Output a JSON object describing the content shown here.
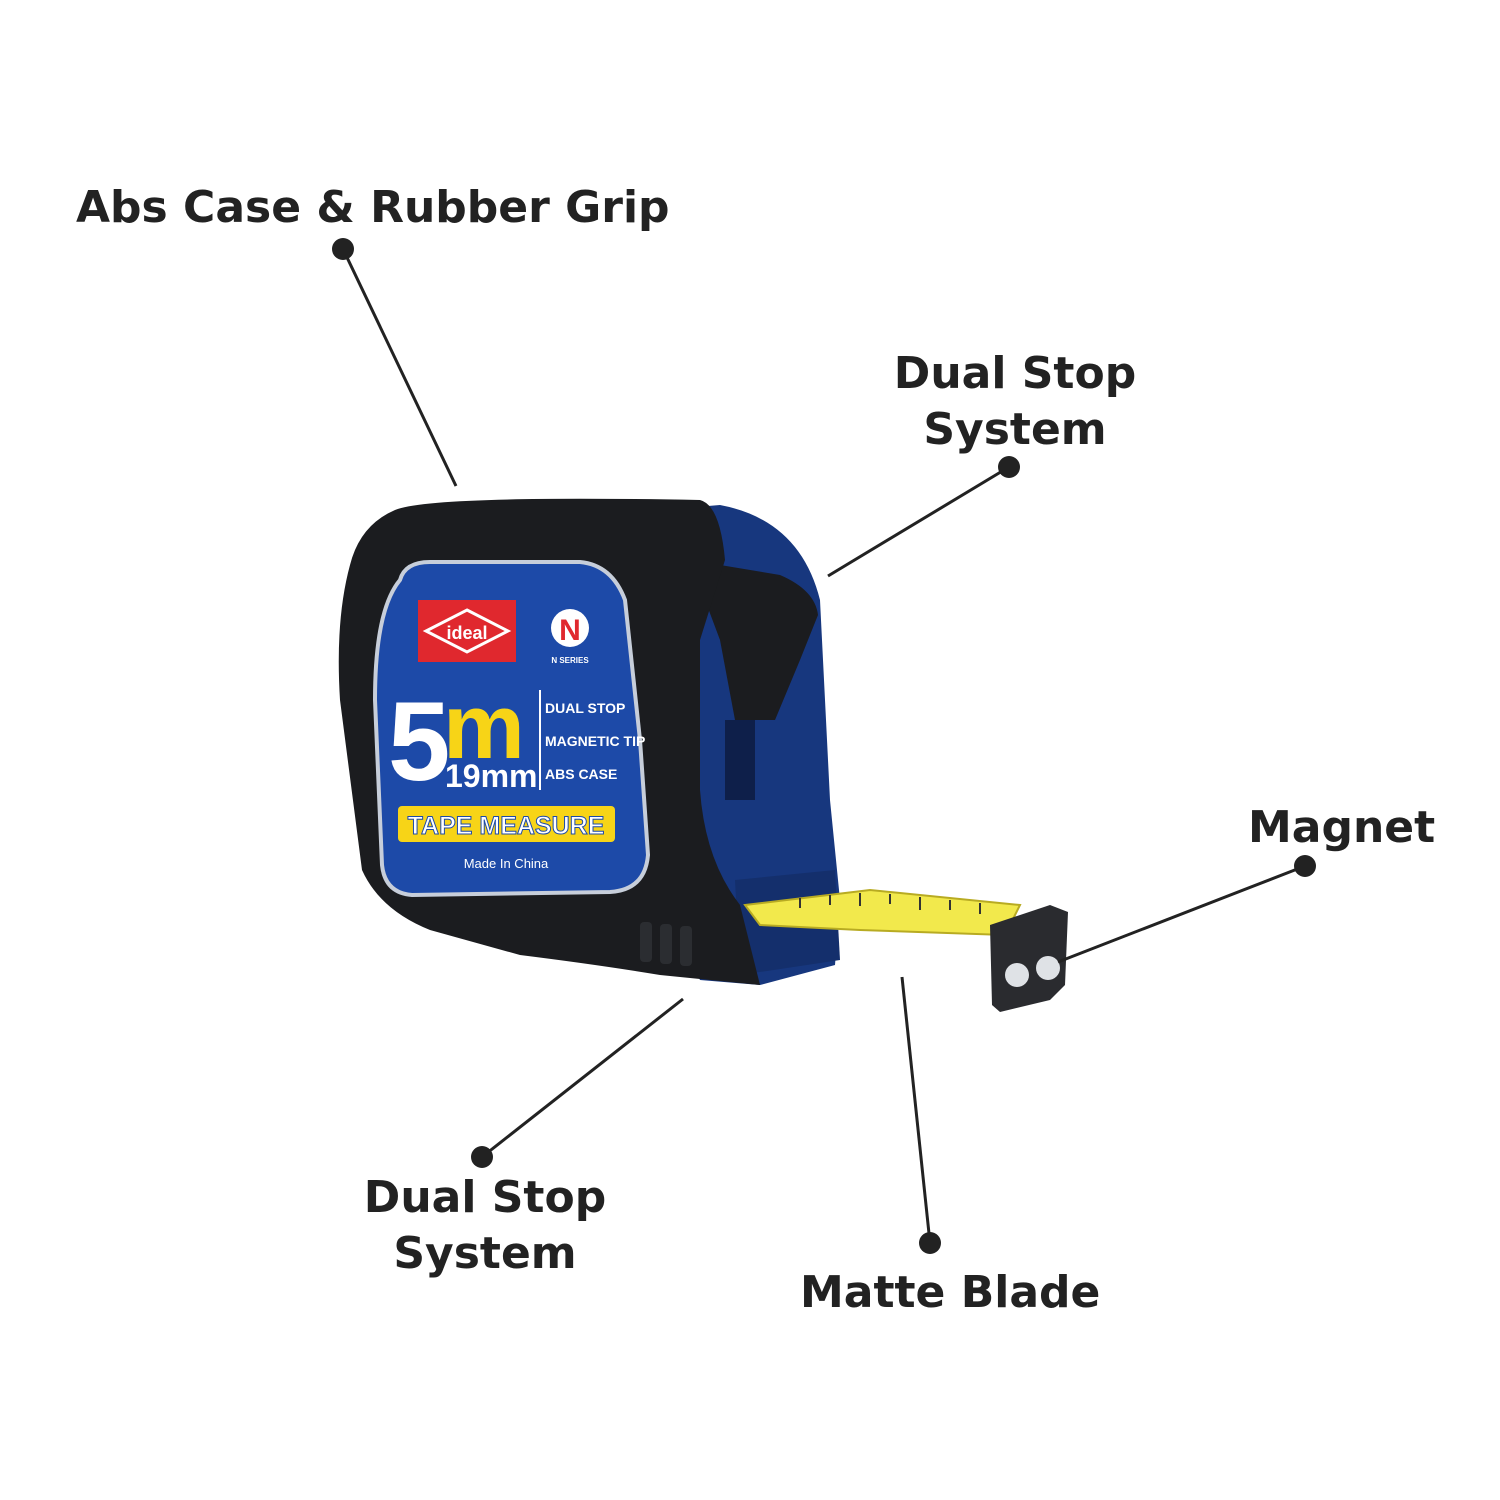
{
  "callouts": {
    "abs_case": "Abs Case & Rubber Grip",
    "dual_stop_top_line1": "Dual Stop",
    "dual_stop_top_line2": "System",
    "magnet": "Magnet",
    "dual_stop_bottom_line1": "Dual Stop",
    "dual_stop_bottom_line2": "System",
    "matte_blade": "Matte Blade"
  },
  "product_label": {
    "brand": "ideal",
    "series_badge_letter": "N",
    "series_badge_text": "N SERIES",
    "length_number": "5",
    "length_unit": "m",
    "width": "19mm",
    "features": [
      "DUAL STOP",
      "MAGNETIC TIP",
      "ABS CASE"
    ],
    "product_name": "TAPE MEASURE",
    "origin": "Made In China"
  },
  "colors": {
    "case_black": "#1b1c1f",
    "case_blue": "#17377e",
    "label_blue": "#1d4aa8",
    "accent_yellow": "#f7d417",
    "logo_red": "#e0282e",
    "blade_yellow": "#f2e94c",
    "leader_line": "#222222"
  }
}
